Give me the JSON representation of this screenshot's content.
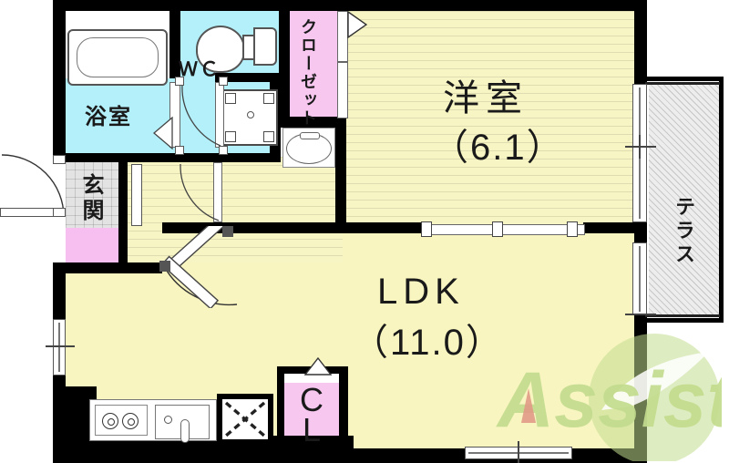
{
  "plan": {
    "title": "apartment-floor-plan",
    "rooms": [
      {
        "id": "yoshitsu",
        "name_jp": "洋室",
        "area": "（6.1）"
      },
      {
        "id": "ldk",
        "name_jp": "LDK",
        "area": "（11.0）"
      },
      {
        "id": "bathroom",
        "name_jp": "浴室",
        "area": ""
      },
      {
        "id": "wc",
        "name_jp": "WC",
        "area": ""
      },
      {
        "id": "genkan",
        "name_jp": "玄関",
        "area": ""
      },
      {
        "id": "closet",
        "name_jp": "クローゼット",
        "area": ""
      },
      {
        "id": "cl",
        "name_jp": "CL",
        "area": ""
      },
      {
        "id": "terrace",
        "name_jp": "テラス",
        "area": ""
      }
    ],
    "labels": {
      "yoshitsu_name": "洋室",
      "yoshitsu_area": "（6.1）",
      "ldk_name": "LDK",
      "ldk_area": "（11.0）",
      "bathroom": "浴室",
      "wc": "ＷＣ",
      "genkan": "玄関",
      "closet": "クローゼット",
      "cl_line1": "C",
      "cl_line2": "L",
      "terrace": "テラス"
    },
    "watermark": {
      "text": "Assist",
      "color": "#c3dc8e",
      "accent": "#e09a86"
    },
    "colors": {
      "wall": "#000000",
      "floor": "#f8f5c0",
      "water_room": "#b3f0fa",
      "closet_pink": "#f7bef0",
      "genkan_tile": "#e3e3e3",
      "terrace": "#ededed"
    },
    "fixtures": [
      {
        "name": "bathtub",
        "room": "bathroom"
      },
      {
        "name": "toilet",
        "room": "wc"
      },
      {
        "name": "washing-machine-pan",
        "room": "washroom"
      },
      {
        "name": "vanity-basin",
        "room": "washroom"
      },
      {
        "name": "gas-stove",
        "room": "ldk"
      },
      {
        "name": "kitchen-sink",
        "room": "ldk"
      },
      {
        "name": "entrance-door",
        "room": "genkan"
      },
      {
        "name": "shoe-box",
        "room": "genkan"
      }
    ]
  }
}
